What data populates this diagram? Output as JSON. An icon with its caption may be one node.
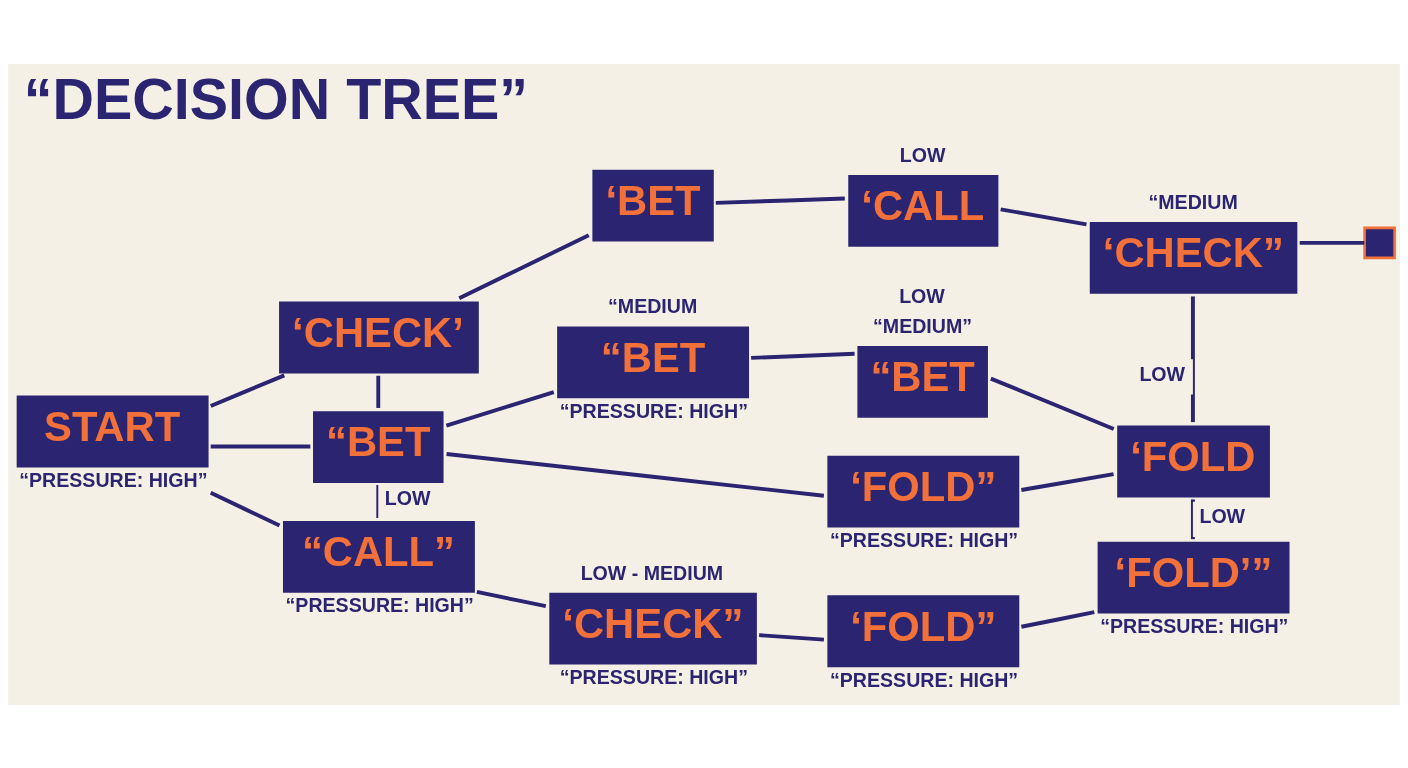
{
  "diagram": {
    "title": "“DECISION TREE”",
    "nodes": [
      {
        "text": [
          "START"
        ],
        "beside": [
          "“PRESSURE: HIGH”"
        ]
      },
      {
        "text": [
          "‘CHECK’"
        ]
      },
      {
        "text": [
          "“BET"
        ]
      },
      {
        "text": [
          "“CALL”"
        ],
        "beside": [
          "“PRESSURE: HIGH”"
        ]
      },
      {
        "text": [
          "‘BET"
        ]
      },
      {
        "text": [
          "“BET"
        ],
        "beside": [
          "“MEDIUM",
          "“PRESSURE: HIGH”"
        ]
      },
      {
        "text": [
          "‘CHECK”"
        ],
        "beside": [
          "LOW - MEDIUM",
          "“PRESSURE: HIGH”"
        ]
      },
      {
        "text": [
          "‘CALL"
        ],
        "beside": [
          "LOW"
        ]
      },
      {
        "text": [
          "“BET"
        ],
        "beside": [
          "LOW",
          "“MEDIUM”"
        ]
      },
      {
        "text": [
          "‘FOLD”"
        ],
        "beside": [
          "“PRESSURE: HIGH”"
        ]
      },
      {
        "text": [
          "‘FOLD”"
        ],
        "beside": [
          "“PRESSURE: HIGH”"
        ]
      },
      {
        "text": [
          "‘CHECK”"
        ],
        "beside": [
          "“MEDIUM"
        ]
      },
      {
        "text": [
          "‘FOLD"
        ]
      },
      {
        "text": [
          "‘FOLD’”"
        ],
        "beside": [
          "“PRESSURE: HIGH”"
        ]
      },
      {
        "text": [],
        "shape": "box"
      }
    ],
    "edges": [
      {
        "from": 0,
        "to": 1,
        "arrow": "none"
      },
      {
        "from": 0,
        "to": 2,
        "arrow": "none"
      },
      {
        "from": 0,
        "to": 3,
        "arrow": "none"
      },
      {
        "from": 1,
        "to": 2,
        "arrow": "none"
      },
      {
        "from": 2,
        "to": 3,
        "arrow": "none",
        "label": "LOW"
      },
      {
        "from": 1,
        "to": 4,
        "arrow": "none"
      },
      {
        "from": 2,
        "to": 5,
        "arrow": "none"
      },
      {
        "from": 2,
        "to": 9,
        "arrow": "none"
      },
      {
        "from": 3,
        "to": 6,
        "arrow": "none"
      },
      {
        "from": 4,
        "to": 7,
        "arrow": "none"
      },
      {
        "from": 5,
        "to": 8,
        "arrow": "none"
      },
      {
        "from": 6,
        "to": 10,
        "arrow": "none"
      },
      {
        "from": 7,
        "to": 11,
        "arrow": "none"
      },
      {
        "from": 8,
        "to": 12,
        "arrow": "none"
      },
      {
        "from": 9,
        "to": 12,
        "arrow": "none"
      },
      {
        "from": 10,
        "to": 13,
        "arrow": "none"
      },
      {
        "from": 11,
        "to": 12,
        "arrow": "none",
        "label": "LOW"
      },
      {
        "from": 11,
        "to": 14,
        "arrow": "none"
      },
      {
        "from": 12,
        "to": 13,
        "arrow": "none",
        "label": "LOW"
      }
    ]
  }
}
